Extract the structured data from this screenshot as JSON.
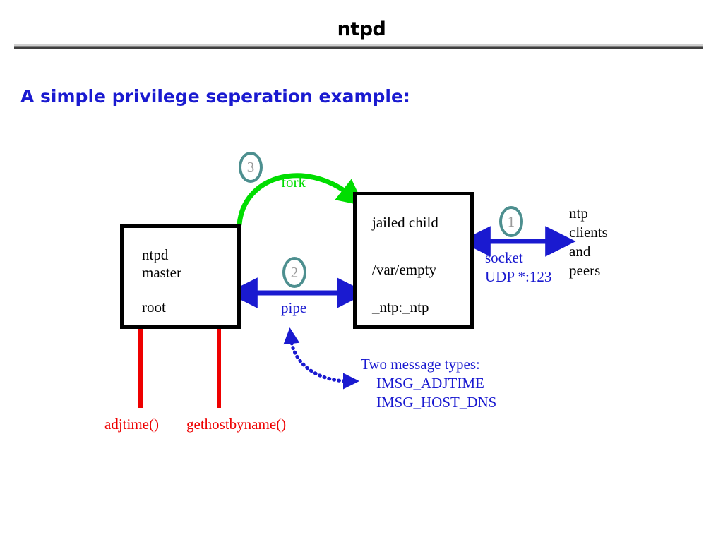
{
  "slide": {
    "title": "ntpd",
    "bullet": "A simple privilege seperation example:"
  },
  "boxes": {
    "master": {
      "line1": "ntpd",
      "line2": "master",
      "line3": "root"
    },
    "child": {
      "line1": "jailed child",
      "line2": "/var/empty",
      "line3": "_ntp:_ntp"
    }
  },
  "labels": {
    "fork": "fork",
    "pipe": "pipe",
    "socket": "socket",
    "udp": "UDP *:123",
    "peers_line1": "ntp",
    "peers_line2": "clients",
    "peers_line3": "and",
    "peers_line4": "peers",
    "msg_header": "Two message types:",
    "msg_1": "IMSG_ADJTIME",
    "msg_2": "IMSG_HOST_DNS",
    "adjtime": "adjtime()",
    "gethostbyname": "gethostbyname()"
  },
  "steps": {
    "one": "1",
    "two": "2",
    "three": "3"
  },
  "colors": {
    "blue": "#1a1ad0",
    "green": "#00dd00",
    "red": "#ee0000",
    "teal": "#4d8f8f",
    "gray_number": "#9a9a9a",
    "rule": "#808080",
    "black": "#000000"
  }
}
